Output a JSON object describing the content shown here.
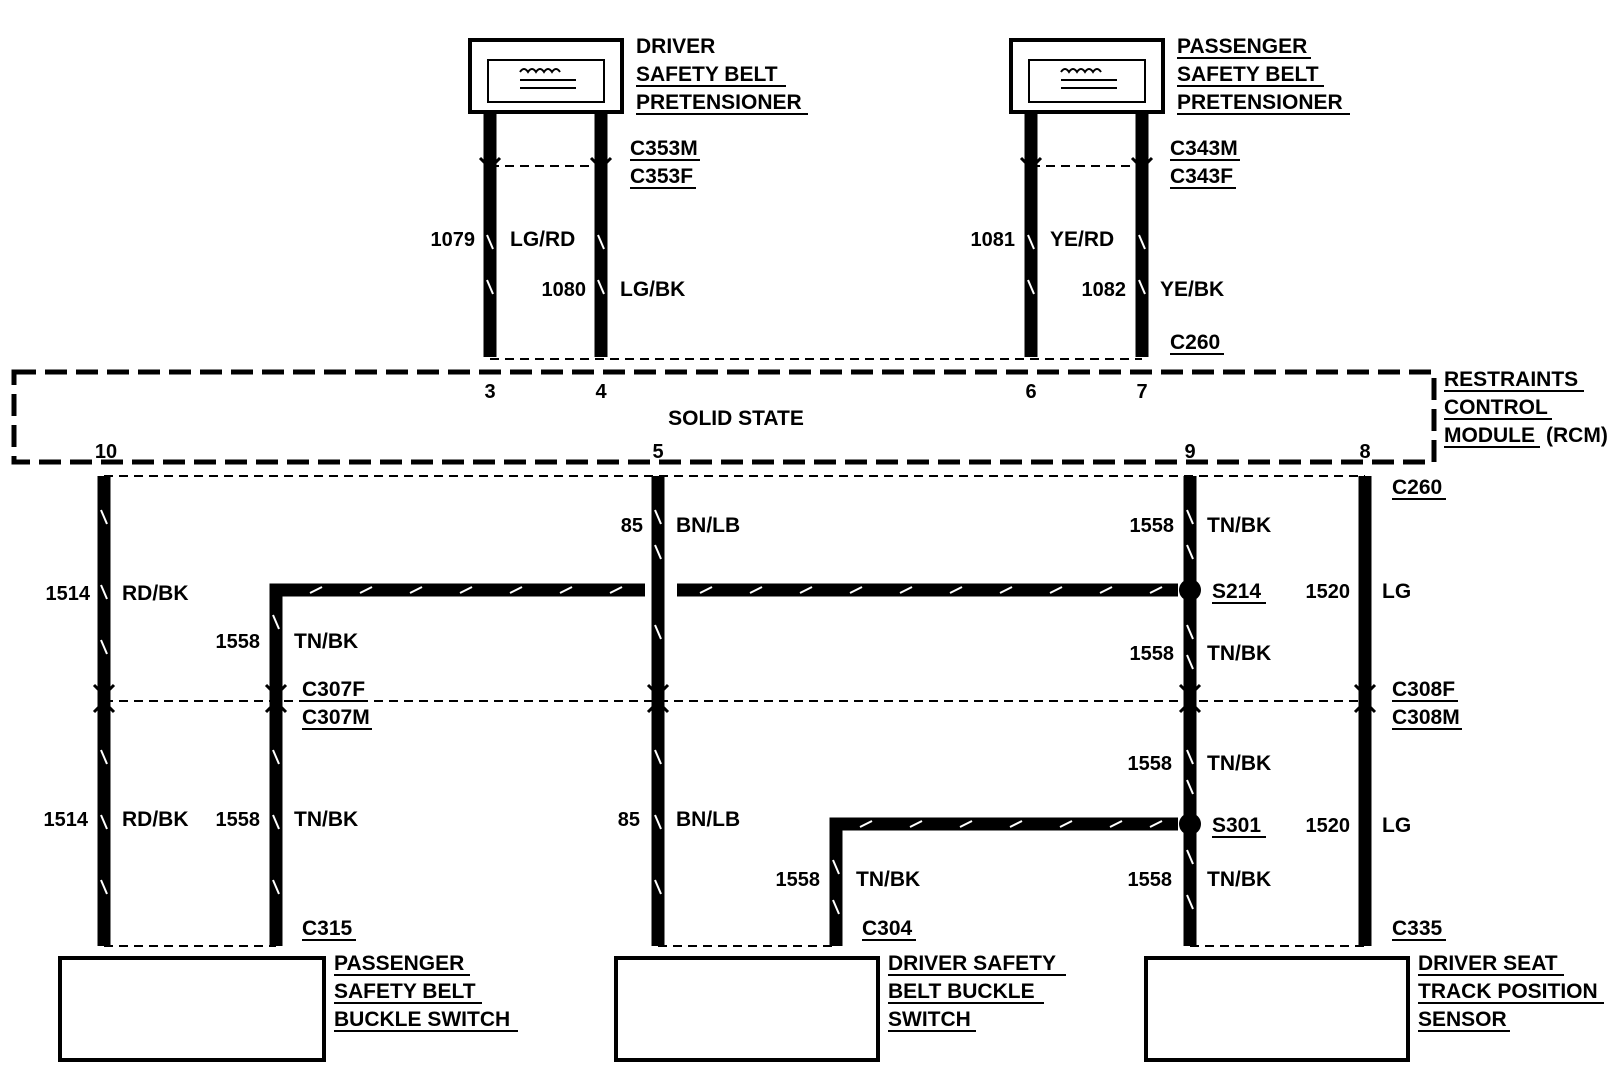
{
  "components": {
    "driver_pretensioner": [
      "DRIVER",
      "SAFETY BELT",
      "PRETENSIONER"
    ],
    "passenger_pretensioner": [
      "PASSENGER",
      "SAFETY BELT",
      "PRETENSIONER"
    ],
    "rcm": [
      "RESTRAINTS",
      "CONTROL",
      "MODULE",
      "(RCM)"
    ],
    "rcm_inner": "SOLID STATE",
    "passenger_buckle": [
      "PASSENGER",
      "SAFETY BELT",
      "BUCKLE SWITCH"
    ],
    "driver_buckle": [
      "DRIVER SAFETY",
      "BELT BUCKLE",
      "SWITCH"
    ],
    "seat_sensor": [
      "DRIVER SEAT",
      "TRACK POSITION",
      "SENSOR"
    ]
  },
  "connectors": {
    "c353": [
      "C353M",
      "C353F"
    ],
    "c343": [
      "C343M",
      "C343F"
    ],
    "c260_top": "C260",
    "c260_bottom": "C260",
    "c307": [
      "C307F",
      "C307M"
    ],
    "c308": [
      "C308F",
      "C308M"
    ],
    "c315": "C315",
    "c304": "C304",
    "c335": "C335"
  },
  "splices": {
    "s214": "S214",
    "s301": "S301"
  },
  "pins": {
    "p3": "3",
    "p4": "4",
    "p6": "6",
    "p7": "7",
    "p10": "10",
    "p5": "5",
    "p9": "9",
    "p8": "8"
  },
  "wires": {
    "w1079": {
      "circuit": "1079",
      "color": "LG/RD"
    },
    "w1080": {
      "circuit": "1080",
      "color": "LG/BK"
    },
    "w1081": {
      "circuit": "1081",
      "color": "YE/RD"
    },
    "w1082": {
      "circuit": "1082",
      "color": "YE/BK"
    },
    "w1514_upper": {
      "circuit": "1514",
      "color": "RD/BK"
    },
    "w1514_lower": {
      "circuit": "1514",
      "color": "RD/BK"
    },
    "w85_upper": {
      "circuit": "85",
      "color": "BN/LB"
    },
    "w85_lower": {
      "circuit": "85",
      "color": "BN/LB"
    },
    "w1558_top": {
      "circuit": "1558",
      "color": "TN/BK"
    },
    "w1558_s214_down": {
      "circuit": "1558",
      "color": "TN/BK"
    },
    "w1558_left_upper": {
      "circuit": "1558",
      "color": "TN/BK"
    },
    "w1558_left_lower": {
      "circuit": "1558",
      "color": "TN/BK"
    },
    "w1558_c308_down": {
      "circuit": "1558",
      "color": "TN/BK"
    },
    "w1558_s301_down": {
      "circuit": "1558",
      "color": "TN/BK"
    },
    "w1558_c304": {
      "circuit": "1558",
      "color": "TN/BK"
    },
    "w1520_upper": {
      "circuit": "1520",
      "color": "LG"
    },
    "w1520_lower": {
      "circuit": "1520",
      "color": "LG"
    }
  }
}
